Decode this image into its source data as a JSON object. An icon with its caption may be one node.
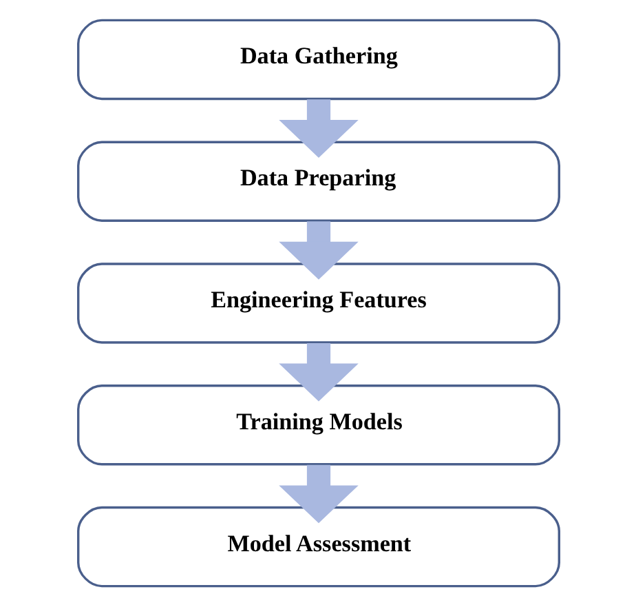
{
  "diagram": {
    "nodes": [
      {
        "text": [
          "Data Gathering"
        ]
      },
      {
        "text": [
          "Data Preparing"
        ]
      },
      {
        "text": [
          "Engineering Features"
        ]
      },
      {
        "text": [
          "Training Models"
        ]
      },
      {
        "text": [
          "Model Assessment"
        ]
      }
    ],
    "edges": [
      {
        "from": 0,
        "to": 1,
        "arrow": "to"
      },
      {
        "from": 1,
        "to": 2,
        "arrow": "to"
      },
      {
        "from": 2,
        "to": 3,
        "arrow": "to"
      },
      {
        "from": 3,
        "to": 4,
        "arrow": "to"
      }
    ]
  }
}
